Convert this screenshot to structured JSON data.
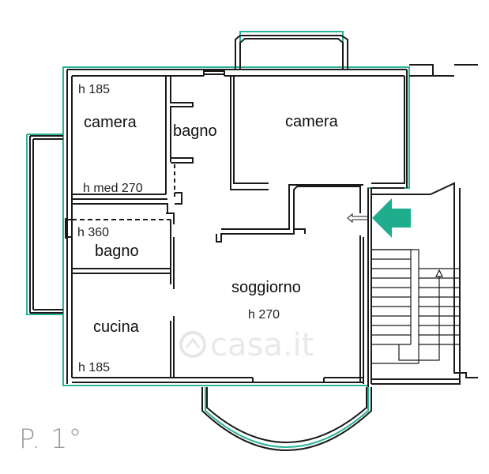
{
  "colors": {
    "wall": "#1a1a1a",
    "outline": "#2bb39a",
    "arrow": "#1fae8d",
    "watermark": "#e6e6e6"
  },
  "rooms": {
    "camera_nw": {
      "label": "camera",
      "height": "h 185"
    },
    "bagno_top": {
      "label": "bagno"
    },
    "camera_ne": {
      "label": "camera"
    },
    "corridor": {
      "height": "h med 270"
    },
    "bagno_mid": {
      "label": "bagno",
      "height": "h 360"
    },
    "soggiorno": {
      "label": "soggiorno",
      "height": "h 270"
    },
    "cucina": {
      "label": "cucina",
      "height": "h 185"
    }
  },
  "entrance": {
    "icon": "entrance-arrow-icon"
  },
  "stairs": {
    "icon": "stair-direction-arrow-icon"
  },
  "watermark": {
    "text": "casa.it"
  },
  "floor": {
    "label": "P. 1°"
  }
}
